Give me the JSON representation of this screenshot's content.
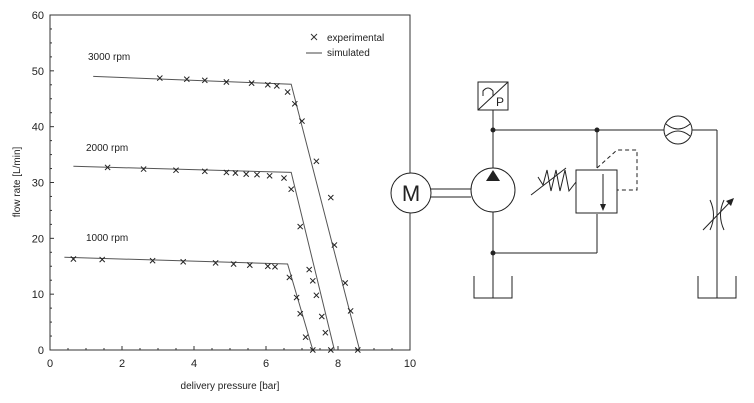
{
  "chart_data": {
    "type": "line",
    "xlabel": "delivery pressure [bar]",
    "ylabel": "flow rate [L/min]",
    "xlim": [
      0,
      10
    ],
    "ylim": [
      0,
      60
    ],
    "xticks": [
      "0",
      "2",
      "4",
      "6",
      "8",
      "10"
    ],
    "yticks": [
      "0",
      "10",
      "20",
      "30",
      "40",
      "50",
      "60"
    ],
    "grid": false,
    "legend": {
      "position": "top-right",
      "entries": [
        {
          "label": "experimental",
          "marker": "x"
        },
        {
          "label": "simulated",
          "marker": "line"
        }
      ]
    },
    "annotations": [
      "3000 rpm",
      "2000 rpm",
      "1000 rpm"
    ],
    "series": [
      {
        "name": "3000 rpm",
        "simulated": {
          "x": [
            1.2,
            6.7,
            8.6
          ],
          "y": [
            49,
            47.6,
            0
          ]
        },
        "experimental": {
          "x": [
            3.05,
            3.8,
            4.3,
            4.9,
            5.6,
            6.05,
            6.3,
            6.6,
            6.8,
            7.0,
            7.4,
            7.8,
            7.9,
            8.2,
            8.35,
            8.55
          ],
          "y": [
            48.7,
            48.5,
            48.3,
            48.0,
            47.8,
            47.5,
            47.3,
            46.2,
            44.1,
            41.0,
            33.8,
            27.3,
            18.8,
            12.0,
            7.0,
            0
          ]
        }
      },
      {
        "name": "2000 rpm",
        "simulated": {
          "x": [
            0.65,
            6.7,
            7.9
          ],
          "y": [
            32.9,
            31.8,
            0
          ]
        },
        "experimental": {
          "x": [
            1.6,
            2.6,
            3.5,
            4.3,
            4.9,
            5.15,
            5.45,
            5.75,
            6.1,
            6.5,
            6.7,
            6.95,
            7.2,
            7.3,
            7.4,
            7.55,
            7.65,
            7.8
          ],
          "y": [
            32.7,
            32.4,
            32.2,
            32.0,
            31.8,
            31.7,
            31.5,
            31.4,
            31.2,
            30.8,
            28.8,
            22.1,
            14.4,
            12.4,
            9.8,
            6.0,
            3.1,
            0
          ]
        }
      },
      {
        "name": "1000 rpm",
        "simulated": {
          "x": [
            0.4,
            6.6,
            7.3
          ],
          "y": [
            16.6,
            15.4,
            0
          ]
        },
        "experimental": {
          "x": [
            0.65,
            1.45,
            2.85,
            3.7,
            4.6,
            5.1,
            5.55,
            6.05,
            6.25,
            6.65,
            6.85,
            6.95,
            7.1,
            7.3
          ],
          "y": [
            16.3,
            16.2,
            16.0,
            15.8,
            15.6,
            15.4,
            15.2,
            15.0,
            14.9,
            13.0,
            9.4,
            6.5,
            2.3,
            0
          ]
        }
      }
    ]
  },
  "diagram": {
    "motor_label": "M",
    "pressure_sensor_label": "P"
  }
}
